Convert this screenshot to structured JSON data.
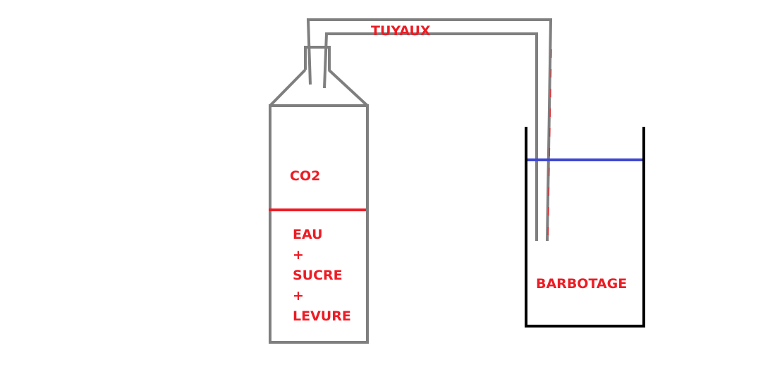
{
  "colors": {
    "background": "#ffffff",
    "bottle_outline": "#7f7f7f",
    "tube": "#7f7f7f",
    "liquid_line_bottle": "#ed1c24",
    "water_line_beaker": "#3f48cc",
    "beaker_outline": "#000000",
    "label_text": "#ed1c24"
  },
  "labels": {
    "tubes": "TUYAUX",
    "gas": "CO2",
    "mixture_line_1": "EAU",
    "mixture_line_2": "+",
    "mixture_line_3": "SUCRE",
    "mixture_line_4": "+",
    "mixture_line_5": "LEVURE",
    "bubbling": "BARBOTAGE"
  }
}
